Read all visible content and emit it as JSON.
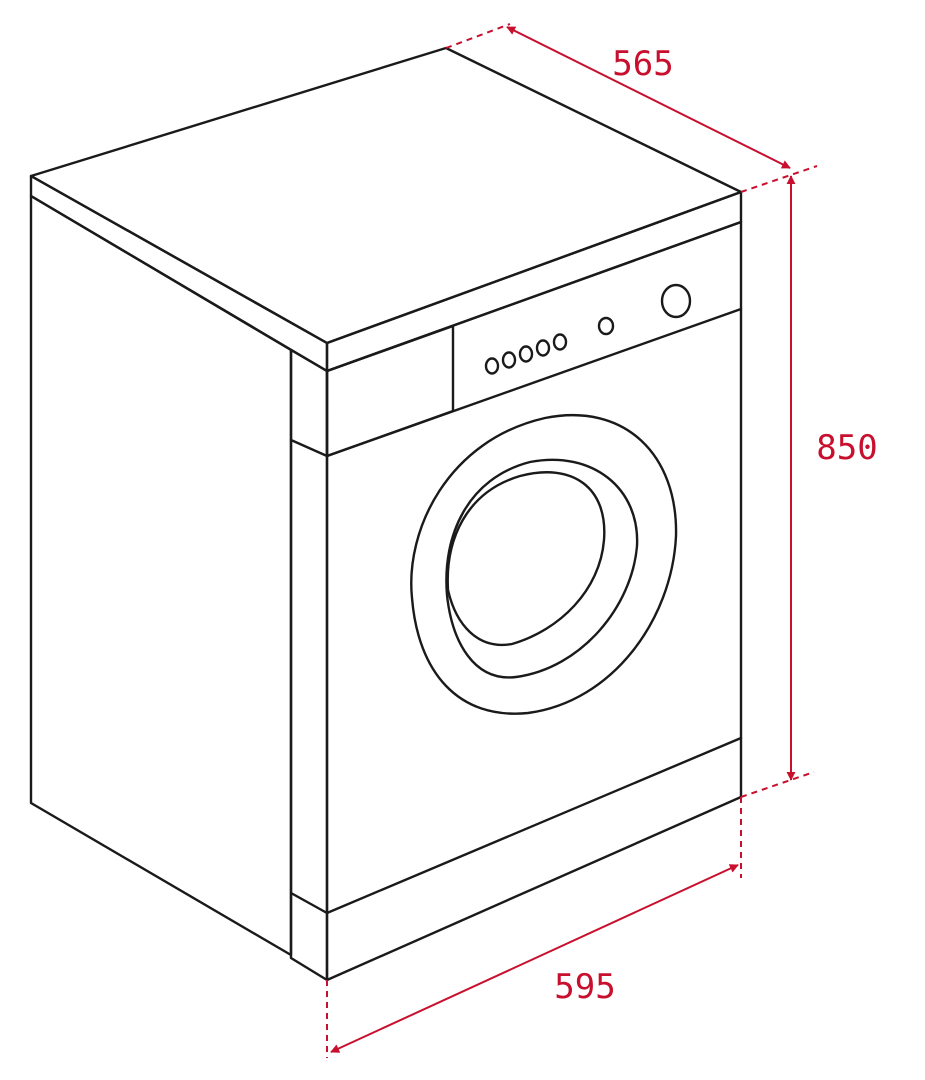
{
  "dimensions": {
    "depth": "565",
    "height": "850",
    "width": "595"
  },
  "colors": {
    "outline": "#1a1a1a",
    "dimension": "#c8102e"
  }
}
